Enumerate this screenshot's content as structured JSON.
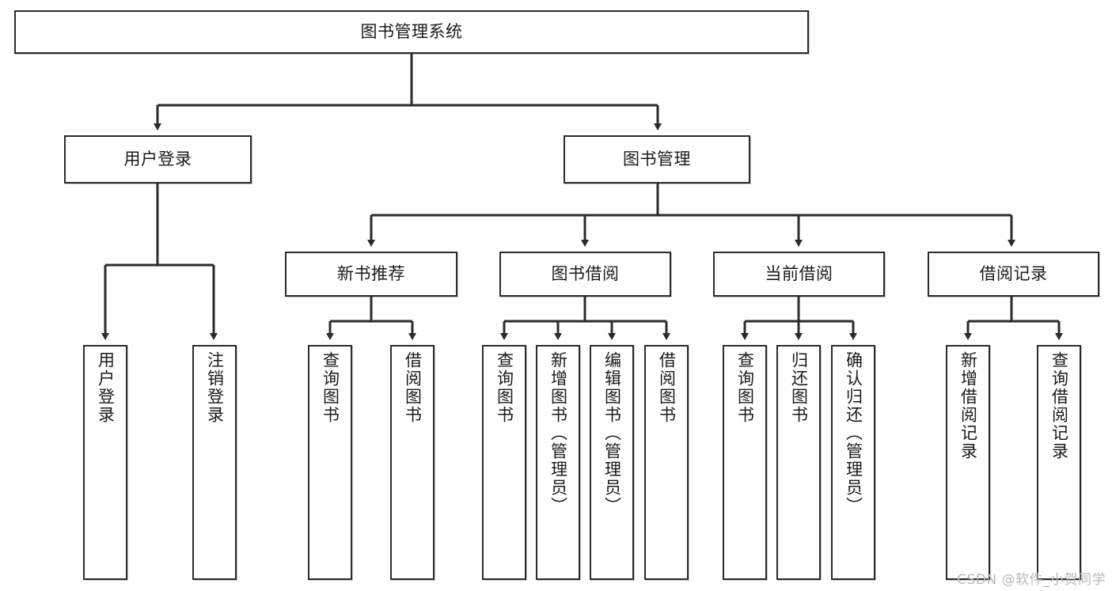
{
  "diagram": {
    "title": "图书管理系统",
    "type": "tree",
    "colors": {
      "stroke": "#2b2b2b",
      "fill": "#ffffff",
      "text": "#1a1a1a",
      "watermark": "#b9b9b9",
      "background": "#ffffff"
    },
    "nodes": {
      "root": {
        "label": "图书管理系统"
      },
      "level2": [
        {
          "id": "user-login",
          "label": "用户登录"
        },
        {
          "id": "book-manage",
          "label": "图书管理"
        }
      ],
      "level3": [
        {
          "id": "new-book-recommend",
          "label": "新书推荐"
        },
        {
          "id": "book-borrow",
          "label": "图书借阅"
        },
        {
          "id": "current-borrow",
          "label": "当前借阅"
        },
        {
          "id": "borrow-record",
          "label": "借阅记录"
        }
      ],
      "leaves": {
        "user_login": [
          {
            "id": "leaf-user-login",
            "label": "用户登录"
          },
          {
            "id": "leaf-logout-login",
            "label": "注销登录"
          }
        ],
        "new_book_recommend": [
          {
            "id": "leaf-query-book-1",
            "label": "查询图书"
          },
          {
            "id": "leaf-borrow-book-1",
            "label": "借阅图书"
          }
        ],
        "book_borrow": [
          {
            "id": "leaf-query-book-2",
            "label": "查询图书"
          },
          {
            "id": "leaf-add-book-admin",
            "label": "新增图书（管理员）"
          },
          {
            "id": "leaf-edit-book-admin",
            "label": "编辑图书（管理员）"
          },
          {
            "id": "leaf-borrow-book-2",
            "label": "借阅图书"
          }
        ],
        "current_borrow": [
          {
            "id": "leaf-query-book-3",
            "label": "查询图书"
          },
          {
            "id": "leaf-return-book",
            "label": "归还图书"
          },
          {
            "id": "leaf-confirm-return-admin",
            "label": "确认归还（管理员）"
          }
        ],
        "borrow_record": [
          {
            "id": "leaf-add-borrow-record",
            "label": "新增借阅记录"
          },
          {
            "id": "leaf-query-borrow-record",
            "label": "查询借阅记录"
          }
        ]
      }
    },
    "watermark": "CSDN @软件_小贺同学"
  }
}
